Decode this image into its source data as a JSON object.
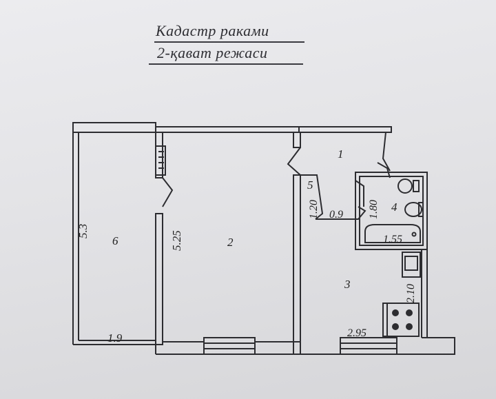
{
  "header": {
    "line1": "Кадастр раками",
    "line2": "2-қават режаси"
  },
  "rooms": {
    "r1": "1",
    "r2": "2",
    "r3": "3",
    "r4": "4",
    "r5": "5",
    "r6": "6"
  },
  "dimensions": {
    "room6_length": "5.3",
    "room6_width": "1.9",
    "room2_length": "5.25",
    "corridor_length": "1.20",
    "corridor_width": "0.9",
    "bath_length": "1.80",
    "bath_width": "1.55",
    "kitchen_length": "2.10",
    "kitchen_width": "2.95"
  }
}
